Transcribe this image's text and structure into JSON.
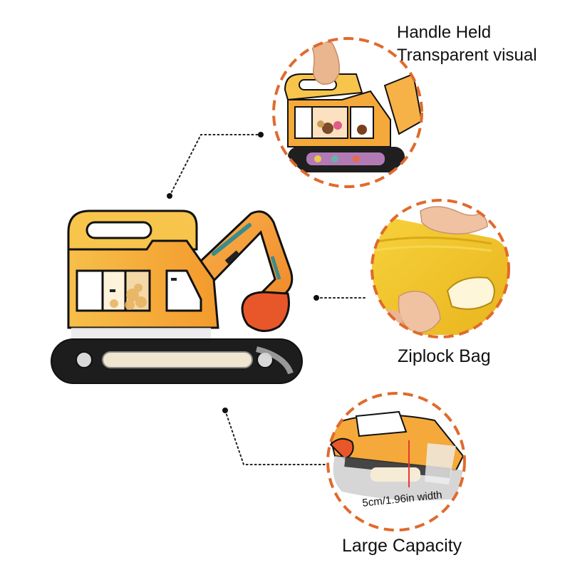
{
  "labels": {
    "handle_held": "Handle Held",
    "transparent_visual": "Transparent visual",
    "ziplock_bag": "Ziplock Bag",
    "large_capacity": "Large Capacity",
    "width_note": "5cm/1.96in width"
  },
  "colors": {
    "dash_ring": "#e06a2c",
    "body_yellow": "#f6b83a",
    "body_orange": "#f59a2f",
    "bucket_red": "#e8572a",
    "arm_teal": "#3a8c8c",
    "track_dark": "#1d1d1d",
    "outline": "#111111"
  }
}
